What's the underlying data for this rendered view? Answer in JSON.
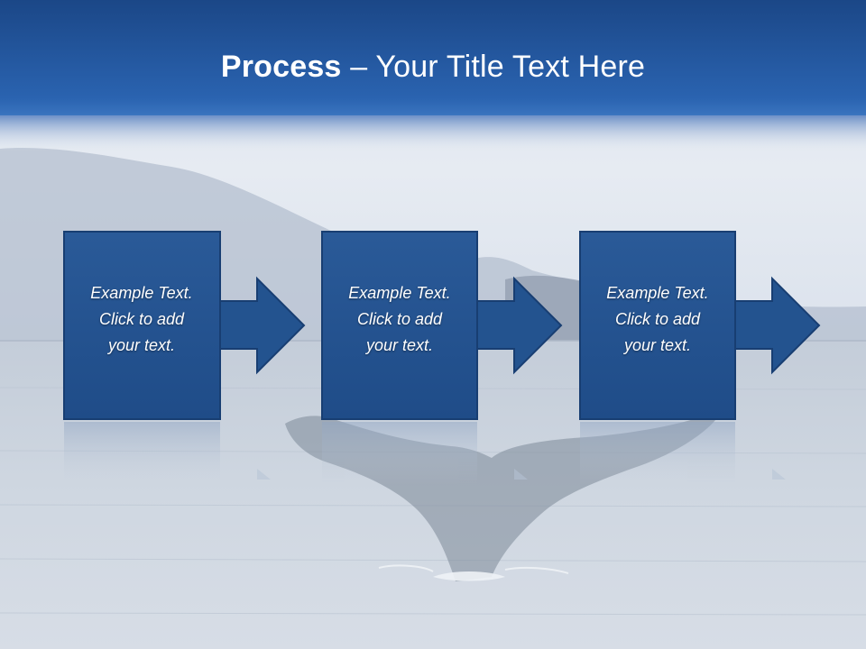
{
  "slide": {
    "title_bold": "Process",
    "title_rest": " – Your Title Text Here"
  },
  "steps": [
    {
      "lines": [
        "Example Text.",
        "Click  to add",
        "your text."
      ]
    },
    {
      "lines": [
        "Example Text.",
        "Click  to add",
        "your text."
      ]
    },
    {
      "lines": [
        "Example Text.",
        "Click  to add",
        "your text."
      ]
    }
  ],
  "colors": {
    "header_top": "#1c4a8c",
    "header_bottom": "#2a64b2",
    "box_fill": "#23538f",
    "box_border": "#183e72",
    "sea": "#c9d2de",
    "sky": "#e4eaf2",
    "whale_tail": "#7b8797"
  },
  "icons": [
    "whale-tail-image",
    "mountain-image"
  ]
}
